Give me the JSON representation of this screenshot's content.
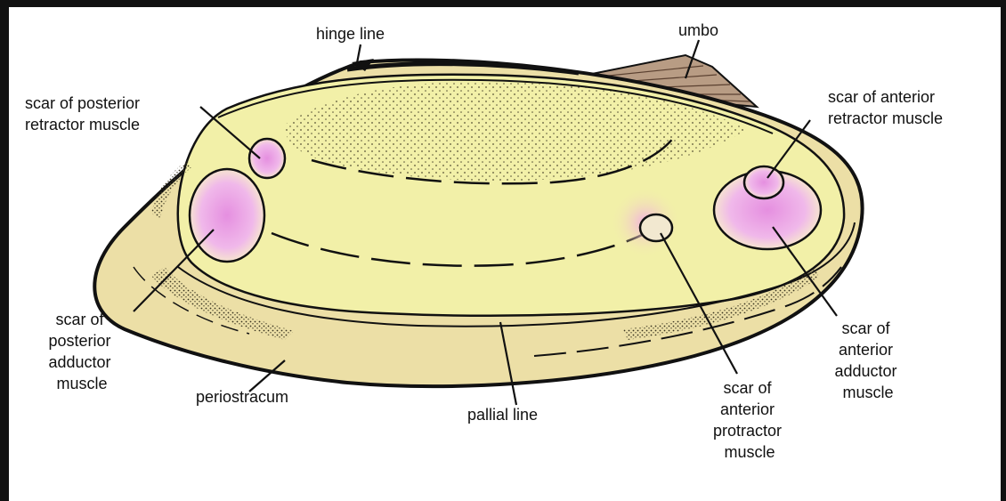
{
  "labels": {
    "hinge_line": "hinge line",
    "umbo": "umbo",
    "posterior_retractor": [
      "scar of posterior",
      "retractor muscle"
    ],
    "anterior_retractor": [
      "scar of anterior",
      "retractor muscle"
    ],
    "posterior_adductor": [
      "scar of",
      "posterior",
      "adductor",
      "muscle"
    ],
    "periostracum": "periostracum",
    "pallial_line": "pallial line",
    "anterior_protractor": [
      "scar of",
      "anterior",
      "protractor",
      "muscle"
    ],
    "anterior_adductor": [
      "scar of",
      "anterior",
      "adductor",
      "muscle"
    ]
  },
  "colors": {
    "shell_fill": "#f2f0a8",
    "shell_outer": "#e8d9a0",
    "scar_fill": "#e8a0e0",
    "outline": "#111111",
    "stipple": "#3a3420"
  }
}
